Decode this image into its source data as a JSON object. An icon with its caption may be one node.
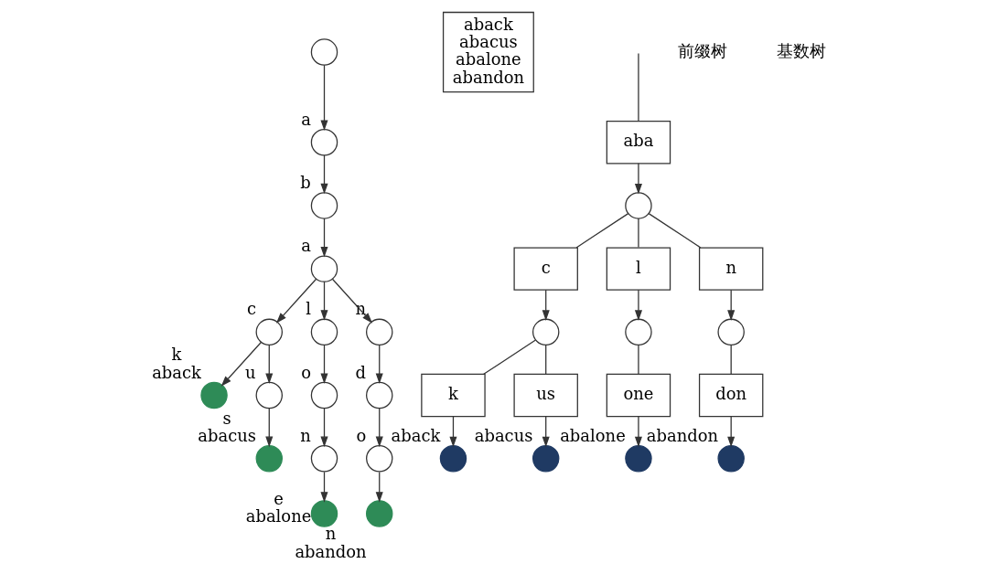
{
  "diagram": {
    "nodes": [
      {
        "text": [],
        "shape": "circle"
      },
      {
        "text": [],
        "shape": "circle",
        "beside": [
          "a"
        ]
      },
      {
        "text": [],
        "shape": "circle",
        "beside": [
          "b"
        ]
      },
      {
        "text": [],
        "shape": "circle",
        "beside": [
          "a"
        ]
      },
      {
        "text": [],
        "shape": "circle",
        "beside": [
          "c"
        ]
      },
      {
        "text": [],
        "shape": "circle",
        "beside": [
          "l"
        ]
      },
      {
        "text": [],
        "shape": "circle",
        "beside": [
          "n"
        ]
      },
      {
        "text": [],
        "shape": "circle",
        "beside": [
          "k",
          "aback"
        ]
      },
      {
        "text": [],
        "shape": "circle",
        "beside": [
          "u"
        ]
      },
      {
        "text": [],
        "shape": "circle",
        "beside": [
          "o"
        ]
      },
      {
        "text": [],
        "shape": "circle",
        "beside": [
          "d"
        ]
      },
      {
        "text": [],
        "shape": "circle",
        "beside": [
          "s",
          "abacus"
        ]
      },
      {
        "text": [],
        "shape": "circle",
        "beside": [
          "n"
        ]
      },
      {
        "text": [],
        "shape": "circle",
        "beside": [
          "o"
        ]
      },
      {
        "text": [],
        "shape": "circle",
        "beside": [
          "e",
          "abalone"
        ]
      },
      {
        "text": [],
        "shape": "circle",
        "beside": [
          "n",
          "abandon"
        ]
      },
      {
        "text": [
          "aback",
          "abacus",
          "abalone",
          "abandon"
        ]
      },
      {
        "text": [
          "aba"
        ]
      },
      {
        "text": [],
        "shape": "circle"
      },
      {
        "text": [
          "c"
        ]
      },
      {
        "text": [
          "l"
        ]
      },
      {
        "text": [
          "n"
        ]
      },
      {
        "text": [],
        "shape": "circle"
      },
      {
        "text": [],
        "shape": "circle"
      },
      {
        "text": [],
        "shape": "circle"
      },
      {
        "text": [
          "k"
        ]
      },
      {
        "text": [
          "us"
        ]
      },
      {
        "text": [
          "one"
        ]
      },
      {
        "text": [
          "don"
        ]
      },
      {
        "text": [],
        "shape": "circle",
        "beside": [
          "aback"
        ]
      },
      {
        "text": [],
        "shape": "circle",
        "beside": [
          "abacus"
        ]
      },
      {
        "text": [],
        "shape": "circle",
        "beside": [
          "abalone"
        ]
      },
      {
        "text": [],
        "shape": "circle",
        "beside": [
          "abandon"
        ]
      }
    ],
    "edges": [
      {
        "from": 0,
        "to": 1,
        "arrow": "to"
      },
      {
        "from": 1,
        "to": 2,
        "arrow": "to"
      },
      {
        "from": 2,
        "to": 3,
        "arrow": "to"
      },
      {
        "from": 3,
        "to": 4,
        "arrow": "to"
      },
      {
        "from": 3,
        "to": 5,
        "arrow": "to"
      },
      {
        "from": 3,
        "to": 6,
        "arrow": "to"
      },
      {
        "from": 4,
        "to": 7,
        "arrow": "to"
      },
      {
        "from": 4,
        "to": 8,
        "arrow": "to"
      },
      {
        "from": 5,
        "to": 9,
        "arrow": "to"
      },
      {
        "from": 6,
        "to": 10,
        "arrow": "to"
      },
      {
        "from": 8,
        "to": 11,
        "arrow": "to"
      },
      {
        "from": 9,
        "to": 12,
        "arrow": "to"
      },
      {
        "from": 10,
        "to": 13,
        "arrow": "to"
      },
      {
        "from": 12,
        "to": 14,
        "arrow": "to"
      },
      {
        "from": 13,
        "to": 15,
        "arrow": "to"
      },
      {
        "from": null,
        "to": 17,
        "arrow": "none"
      },
      {
        "from": 17,
        "to": 18,
        "arrow": "to"
      },
      {
        "from": 18,
        "to": 19,
        "arrow": "none"
      },
      {
        "from": 18,
        "to": 20,
        "arrow": "none"
      },
      {
        "from": 18,
        "to": 21,
        "arrow": "none"
      },
      {
        "from": 19,
        "to": 22,
        "arrow": "to"
      },
      {
        "from": 20,
        "to": 23,
        "arrow": "to"
      },
      {
        "from": 21,
        "to": 24,
        "arrow": "to"
      },
      {
        "from": 22,
        "to": 25,
        "arrow": "none"
      },
      {
        "from": 22,
        "to": 26,
        "arrow": "none"
      },
      {
        "from": 23,
        "to": 27,
        "arrow": "none"
      },
      {
        "from": 24,
        "to": 28,
        "arrow": "none"
      },
      {
        "from": 25,
        "to": 29,
        "arrow": "to"
      },
      {
        "from": 26,
        "to": 30,
        "arrow": "to"
      },
      {
        "from": 27,
        "to": 31,
        "arrow": "to"
      },
      {
        "from": 28,
        "to": 32,
        "arrow": "to"
      }
    ],
    "labels": [
      "前缀树",
      "基数树"
    ]
  }
}
